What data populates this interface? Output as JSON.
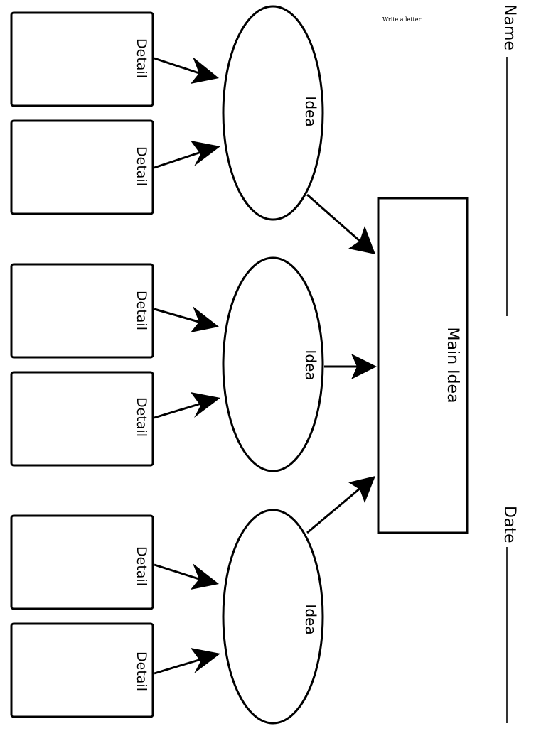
{
  "page": {
    "note": "Write a letter",
    "name_label": "Name",
    "date_label": "Date"
  },
  "diagram": {
    "main_label": "Main Idea",
    "groups": [
      {
        "idea": "Idea",
        "details": [
          "Detail",
          "Detail"
        ]
      },
      {
        "idea": "Idea",
        "details": [
          "Detail",
          "Detail"
        ]
      },
      {
        "idea": "Idea",
        "details": [
          "Detail",
          "Detail"
        ]
      }
    ]
  }
}
